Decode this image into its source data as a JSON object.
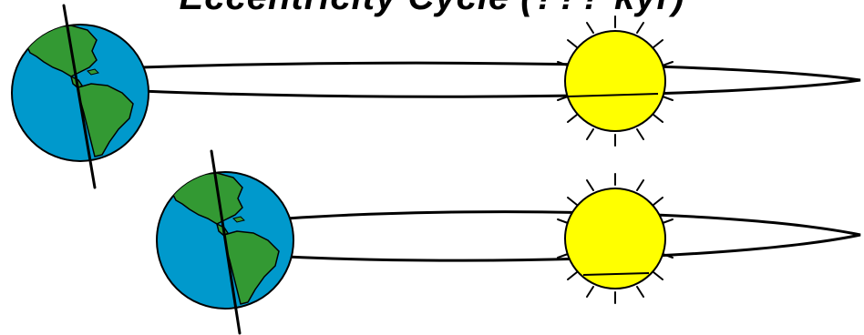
{
  "diagram": {
    "title": "Eccentricity Cycle (??? kyr)",
    "colors": {
      "ocean": "#0099cc",
      "land": "#339933",
      "sun": "#ffff00",
      "outline": "#000000",
      "background": "#ffffff"
    },
    "panels": [
      {
        "name": "more-eccentric-orbit",
        "earth_icon": "earth-globe-icon",
        "sun_icon": "sun-icon"
      },
      {
        "name": "less-eccentric-orbit",
        "earth_icon": "earth-globe-icon",
        "sun_icon": "sun-icon"
      }
    ]
  }
}
